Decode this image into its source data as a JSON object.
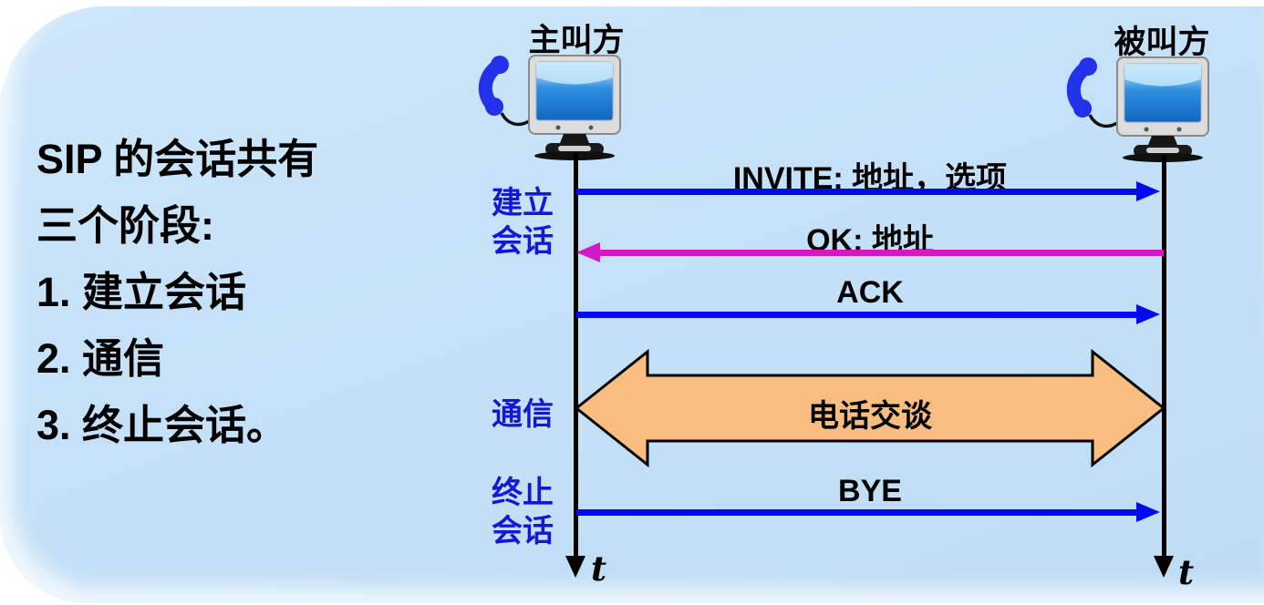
{
  "slide": {
    "background_color": "#c5e1f7",
    "page_background": "#ffffff"
  },
  "colors": {
    "arrow_blue": "#0009f0",
    "arrow_magenta": "#d318c8",
    "phase_blue": "#1418d2",
    "conversation_fill": "#f9bd80",
    "conversation_stroke": "#000000",
    "lifeline": "#000000",
    "handset_blue": "#2231ea",
    "screen_blue": "#2e8fe0"
  },
  "intro": {
    "lines": [
      "SIP 的会话共有",
      "三个阶段:",
      "1. 建立会话",
      "2. 通信",
      "3. 终止会话。"
    ]
  },
  "participants": {
    "caller": "主叫方",
    "callee": "被叫方"
  },
  "phases": {
    "establish": {
      "line1": "建立",
      "line2": "会话"
    },
    "communicate": {
      "line1": "通信"
    },
    "terminate": {
      "line1": "终止",
      "line2": "会话"
    }
  },
  "messages": [
    {
      "label": "INVITE: 地址，选项",
      "direction": "left-to-right",
      "color": "blue"
    },
    {
      "label": "OK: 地址",
      "direction": "right-to-left",
      "color": "magenta"
    },
    {
      "label": "ACK",
      "direction": "left-to-right",
      "color": "blue"
    },
    {
      "label": "电话交谈",
      "direction": "bidirectional",
      "color": "orange"
    },
    {
      "label": "BYE",
      "direction": "left-to-right",
      "color": "blue"
    }
  ],
  "time_axis": {
    "label": "t"
  }
}
